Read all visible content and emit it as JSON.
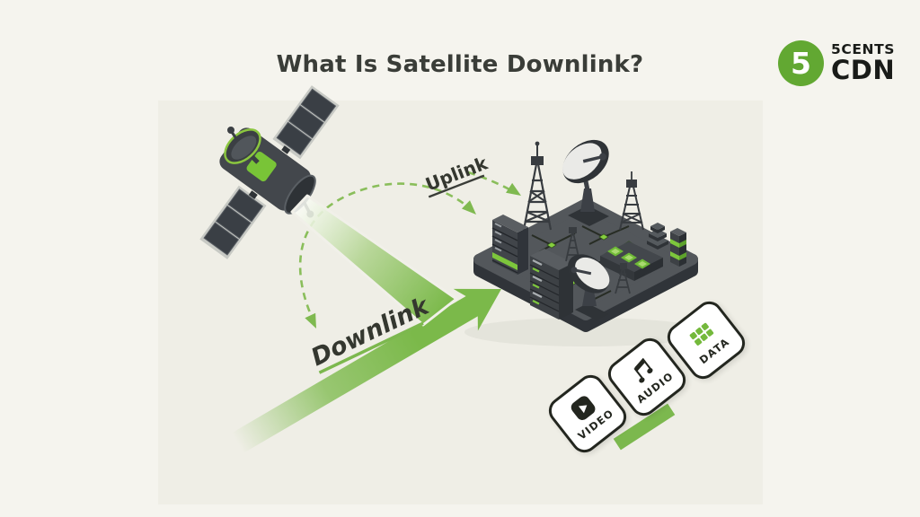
{
  "title": "What Is Satellite Downlink?",
  "logo": {
    "symbol": "5",
    "top": "5CENTS",
    "bottom": "CDN",
    "icon": "five-circle-icon"
  },
  "diagram": {
    "uplink_label": "Uplink",
    "downlink_label": "Downlink",
    "elements": [
      "satellite",
      "satellite-beam",
      "downlink-arrow",
      "uplink-dashed-arcs",
      "ground-station-platform"
    ]
  },
  "badges": [
    {
      "label": "VIDEO",
      "icon": "play-icon"
    },
    {
      "label": "AUDIO",
      "icon": "music-note-icon"
    },
    {
      "label": "DATA",
      "icon": "data-grid-icon"
    }
  ],
  "colors": {
    "background": "#f5f4ee",
    "panel": "#efeee6",
    "ink": "#3a3d38",
    "green": "#7cb84e",
    "green_bright": "#86cf3f",
    "logo_green": "#62a832",
    "charcoal": "#3f4347"
  }
}
